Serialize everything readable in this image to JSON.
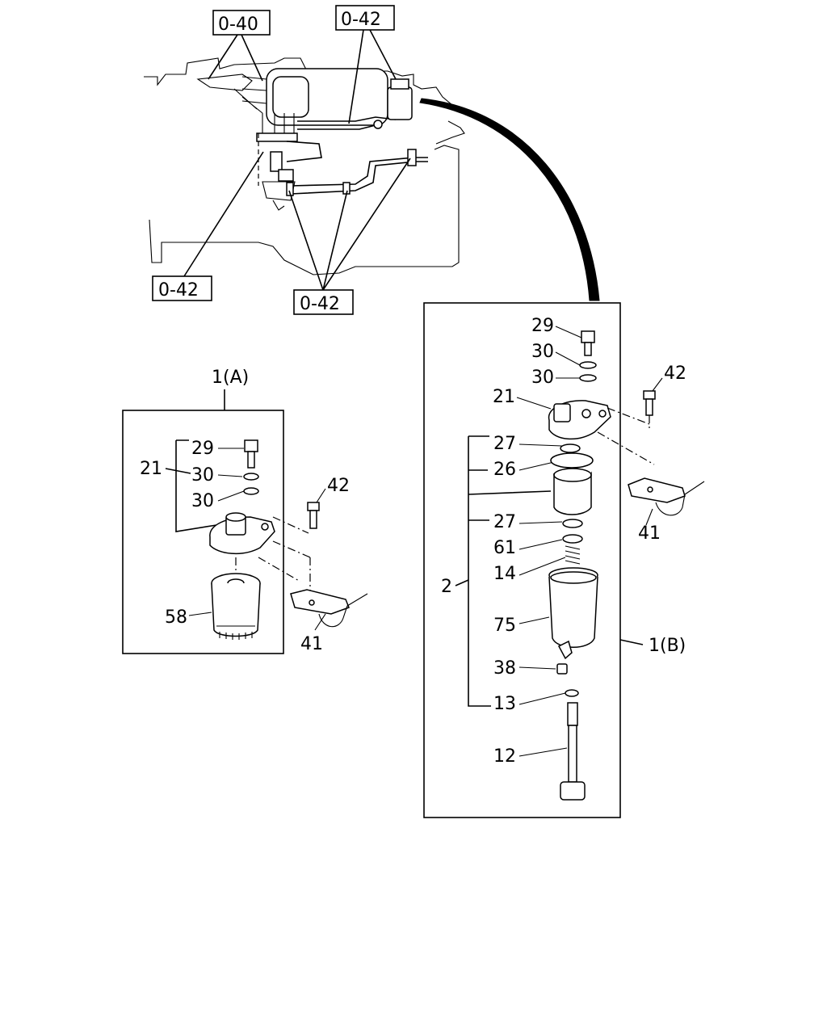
{
  "refs": {
    "r040": "0-40",
    "r042_top": "0-42",
    "r042_left": "0-42",
    "r042_bottom": "0-42"
  },
  "box_a": {
    "title": "1(A)",
    "p29": "29",
    "p21": "21",
    "p30a": "30",
    "p30b": "30",
    "p42": "42",
    "p58": "58",
    "p41": "41"
  },
  "box_b": {
    "title": "1(B)",
    "p29": "29",
    "p30a": "30",
    "p30b": "30",
    "p21": "21",
    "p42": "42",
    "p27a": "27",
    "p26": "26",
    "p27b": "27",
    "p61": "61",
    "p14": "14",
    "p2": "2",
    "p75": "75",
    "p38": "38",
    "p13": "13",
    "p12": "12",
    "p41": "41"
  }
}
